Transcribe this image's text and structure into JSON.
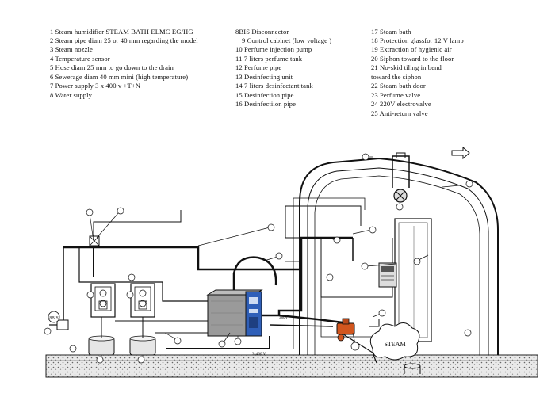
{
  "legend": {
    "col1": [
      "1 Steam humidifier STEAM BATH ELMC EG/HG",
      "2 Steam pipe diam 25 or 40 mm regarding the model",
      "3 Steam nozzle",
      "4 Temperature sensor",
      "5 Hose diam 25 mm to go down to the drain",
      "6 Sewerage diam 40 mm mini (high temperature)",
      "7 Power supply 3 x 400 v +T+N",
      "8 Water supply"
    ],
    "col2": [
      "8BIS    Disconnector",
      "9  Control cabinet (low voltage )",
      "10 Perfume injection pump",
      "11 7 liters perfume tank",
      "12 Perfume pipe",
      "13 Desinfecting unit",
      "14 7 liters desinfectant tank",
      "15 Desinfection pipe",
      "16 Desinfectiion pipe"
    ],
    "col3": [
      "17 Steam bath",
      "18 Protection glassfor 12 V lamp",
      "19 Extraction of hygienic air",
      "20 Siphon  toward to the floor",
      "21 No-skid tiling in bend",
      "      toward the siphon",
      "22 Steam bath door",
      "23 Perfume valve",
      "24 220V electrovalve",
      "25 Anti-return valve"
    ]
  },
  "diagram": {
    "steam_label": "STEAM",
    "disconnector_label": "8BIS",
    "voltage_label": "3x400 V",
    "small_label": "380V",
    "colors": {
      "line": "#111111",
      "panel_blue": "#2f5fb8",
      "valve_orange": "#d2561e",
      "ground_hatch": "#777777",
      "cabinet_gray": "#9a9a9a"
    }
  }
}
